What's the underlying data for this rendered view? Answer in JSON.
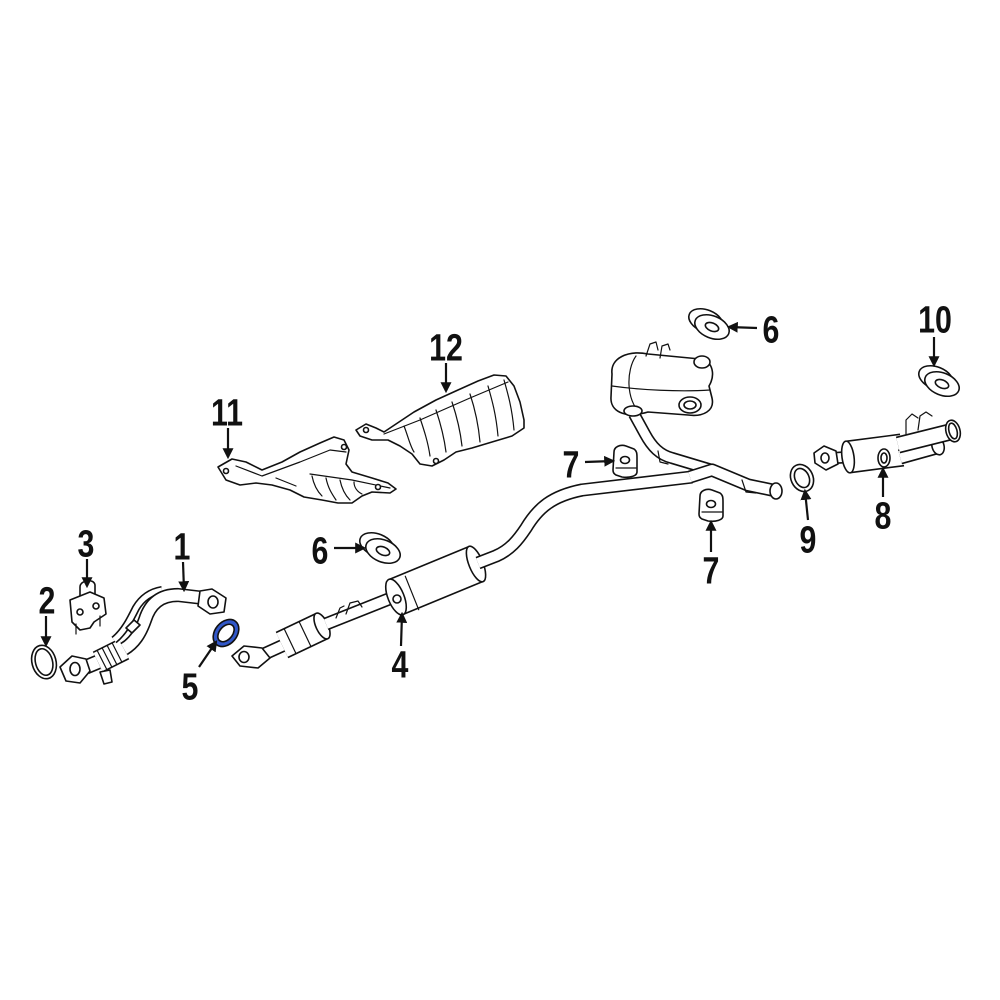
{
  "diagram": {
    "callouts": [
      "1",
      "2",
      "3",
      "4",
      "5",
      "6",
      "6",
      "7",
      "7",
      "8",
      "9",
      "10",
      "11",
      "12"
    ],
    "colors": {
      "line": "#111111",
      "highlight": "#3157c8",
      "background": "#ffffff"
    }
  }
}
